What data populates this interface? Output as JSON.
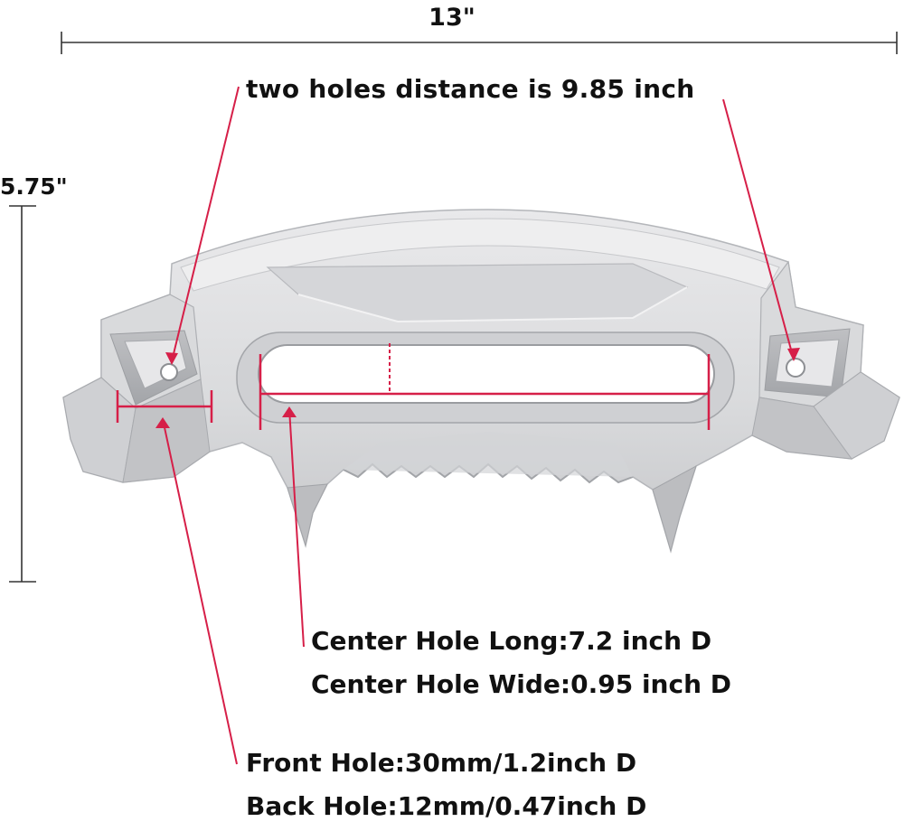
{
  "dimensions": {
    "width_label": "13\"",
    "height_label": "5.75\""
  },
  "annotations": {
    "holes_distance": "two holes distance is 9.85 inch",
    "center_hole_long": "Center Hole Long:7.2 inch D",
    "center_hole_wide": "Center Hole Wide:0.95 inch D",
    "front_hole": "Front Hole:30mm/1.2inch D",
    "back_hole": "Back Hole:12mm/0.47inch D"
  },
  "colors": {
    "annotation_line": "#d61f48",
    "dimension_line": "#333333",
    "metal_light": "#e4e4e6",
    "metal_mid": "#cdced1",
    "metal_dark": "#9fa1a5"
  }
}
